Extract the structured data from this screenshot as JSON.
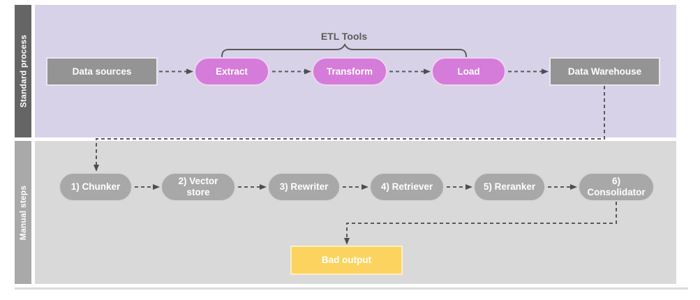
{
  "diagram": {
    "lanes": [
      {
        "label": "Standard process"
      },
      {
        "label": "Manual steps"
      }
    ],
    "standard_process": {
      "data_sources": "Data sources",
      "etl_group_label": "ETL Tools",
      "extract": "Extract",
      "transform": "Transform",
      "load": "Load",
      "data_warehouse": "Data Warehouse"
    },
    "manual_steps": {
      "steps": [
        "1) Chunker",
        "2) Vector store",
        "3) Rewriter",
        "4) Retriever",
        "5) Reranker",
        "6) Consolidator"
      ],
      "bad_output": "Bad output"
    },
    "colors": {
      "standard_lane_bg": "#d8d2e8",
      "standard_lane_labelbar": "#666566",
      "manual_lane_bg": "#d9d9d9",
      "manual_lane_labelbar": "#a9a9a9",
      "process_box_gray": "#949494",
      "etl_pill_pink": "#d57bd9",
      "manual_pill_gray": "#a8a8a8",
      "bad_output_yellow": "#fcd35f",
      "connector_gray": "#595959",
      "node_text": "#ffffff"
    }
  }
}
